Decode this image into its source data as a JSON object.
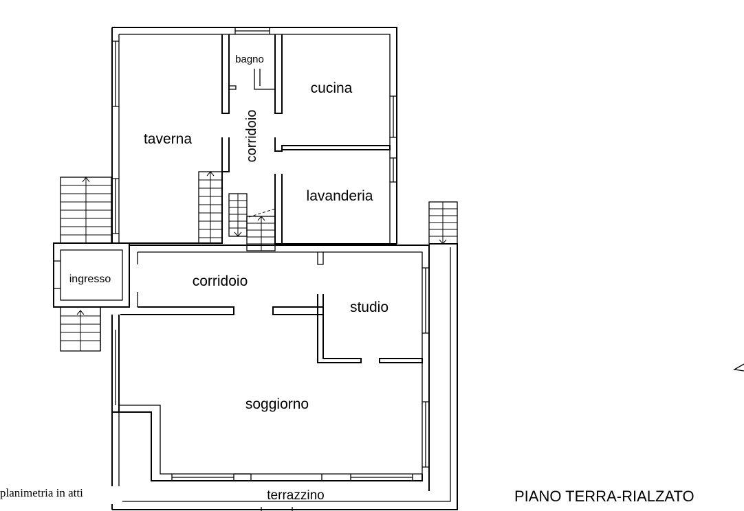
{
  "floor_plan": {
    "title": "PIANO TERRA-RIALZATO",
    "caption": "planimetria in atti",
    "rooms": {
      "bagno": "bagno",
      "cucina": "cucina",
      "taverna": "taverna",
      "corridoio_upper": "corridoio",
      "lavanderia": "lavanderia",
      "ingresso": "ingresso",
      "corridoio_lower": "corridoio",
      "studio": "studio",
      "soggiorno": "soggiorno",
      "terrazzino": "terrazzino"
    }
  }
}
